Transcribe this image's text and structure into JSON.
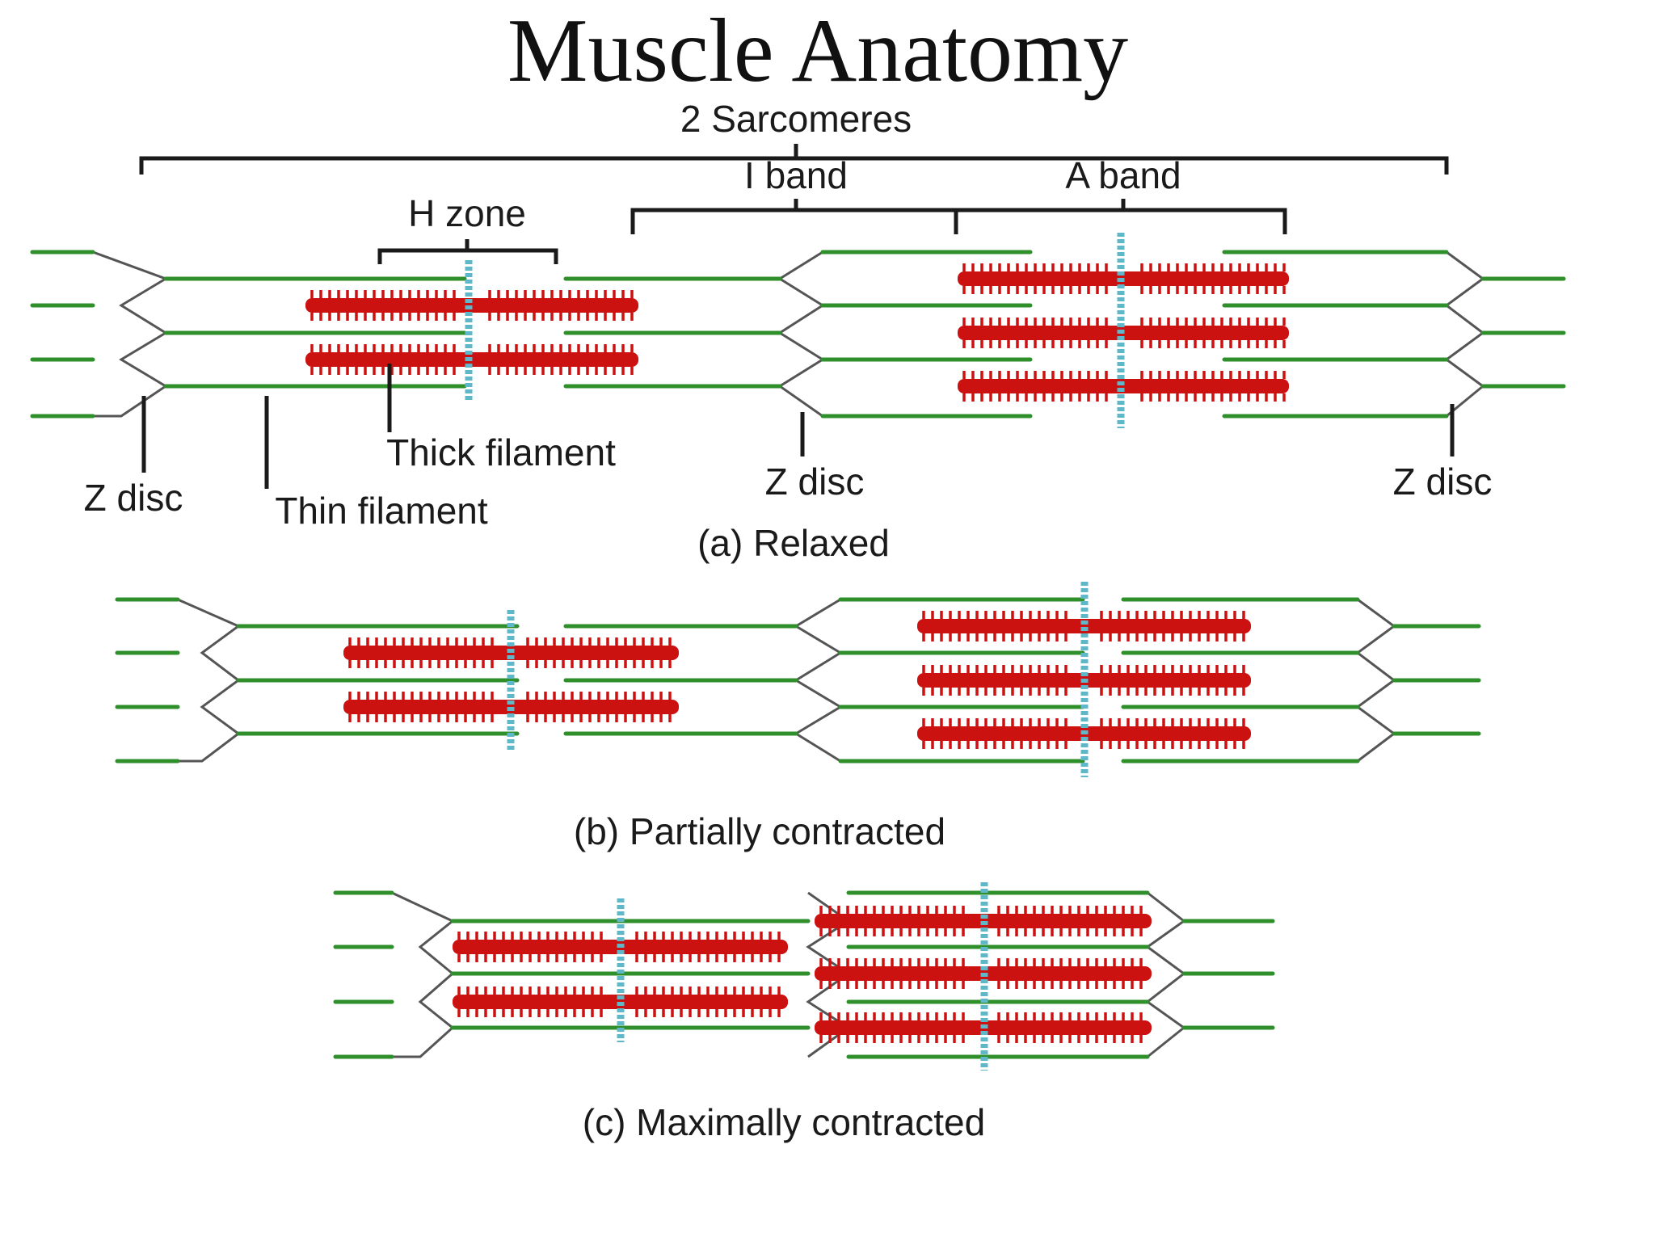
{
  "title": "Muscle Anatomy",
  "labels": {
    "two_sarcomeres": "2 Sarcomeres",
    "i_band": "I band",
    "a_band": "A band",
    "h_zone": "H zone",
    "thick_filament": "Thick filament",
    "thin_filament": "Thin filament",
    "z_disc": "Z disc"
  },
  "panels": [
    {
      "id": "a",
      "caption": "(a) Relaxed"
    },
    {
      "id": "b",
      "caption": "(b) Partially contracted"
    },
    {
      "id": "c",
      "caption": "(c) Maximally contracted"
    }
  ],
  "colors": {
    "thin_filament": "#2f8f2a",
    "thick_filament": "#cc1111",
    "m_line": "#5fb8c9",
    "z_disc": "#555555",
    "text": "#1a1a1a"
  }
}
